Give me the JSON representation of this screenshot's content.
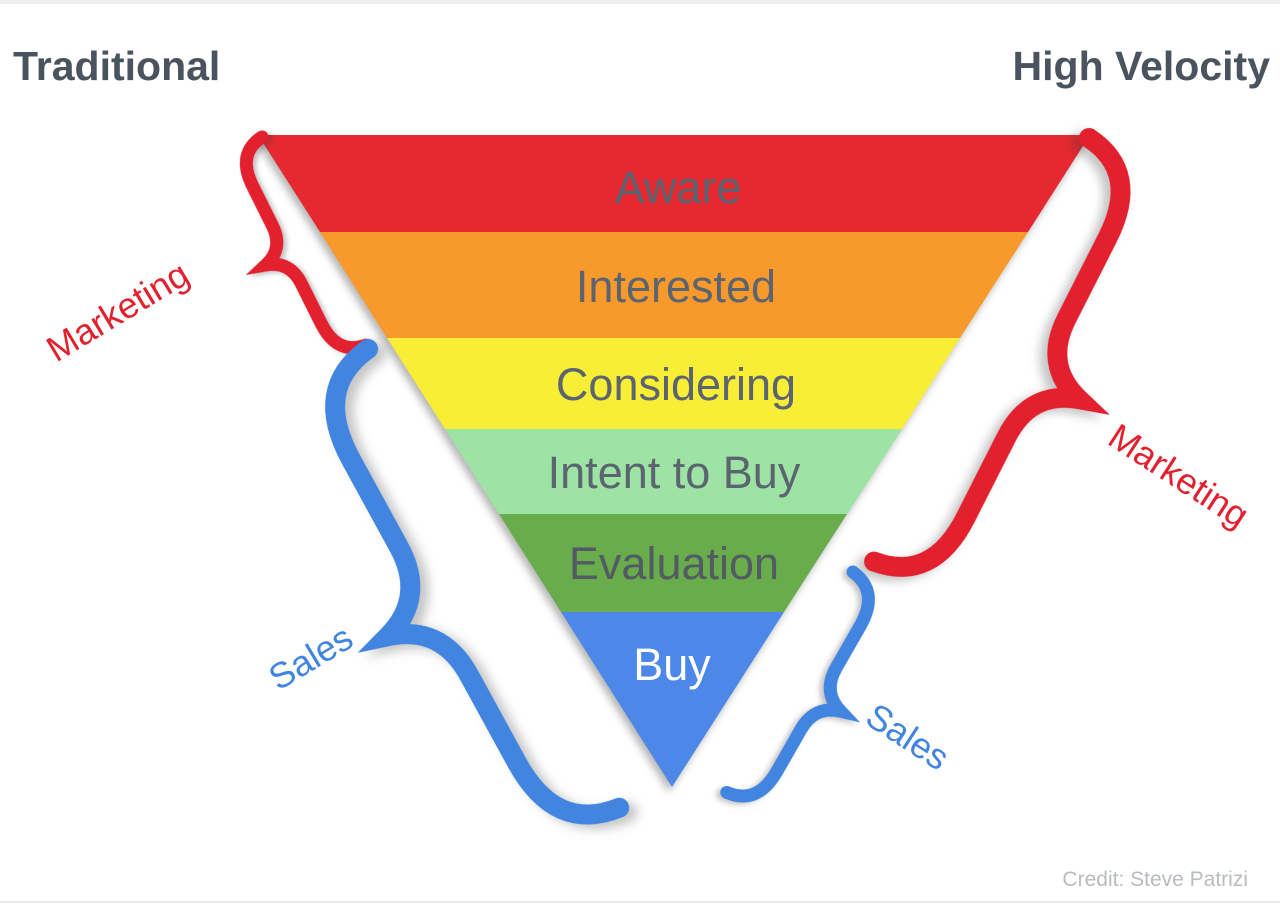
{
  "page": {
    "background": "#ffffff",
    "top_edge_color": "#efefef",
    "bottom_edge_color": "#e9e9e9"
  },
  "headings": {
    "left": "Traditional",
    "right": "High Velocity",
    "color": "#4b545e"
  },
  "funnel": {
    "stages": [
      {
        "label": "Aware",
        "color": "#e62930",
        "text_color": "#5b6470"
      },
      {
        "label": "Interested",
        "color": "#f8992b",
        "text_color": "#5b6470"
      },
      {
        "label": "Considering",
        "color": "#f8ee35",
        "text_color": "#5b6470"
      },
      {
        "label": "Intent to Buy",
        "color": "#9ce3a4",
        "text_color": "#5b6470"
      },
      {
        "label": "Evaluation",
        "color": "#68ac4b",
        "text_color": "#525a64"
      },
      {
        "label": "Buy",
        "color": "#4d88e8",
        "text_color": "#ffffff"
      }
    ]
  },
  "annotations": {
    "marketing_label": "Marketing",
    "sales_label": "Sales",
    "marketing_color": "#e3202e",
    "sales_color": "#4285e0"
  },
  "credit": {
    "text": "Credit: Steve Patrizi",
    "color": "#b8bcc0"
  }
}
